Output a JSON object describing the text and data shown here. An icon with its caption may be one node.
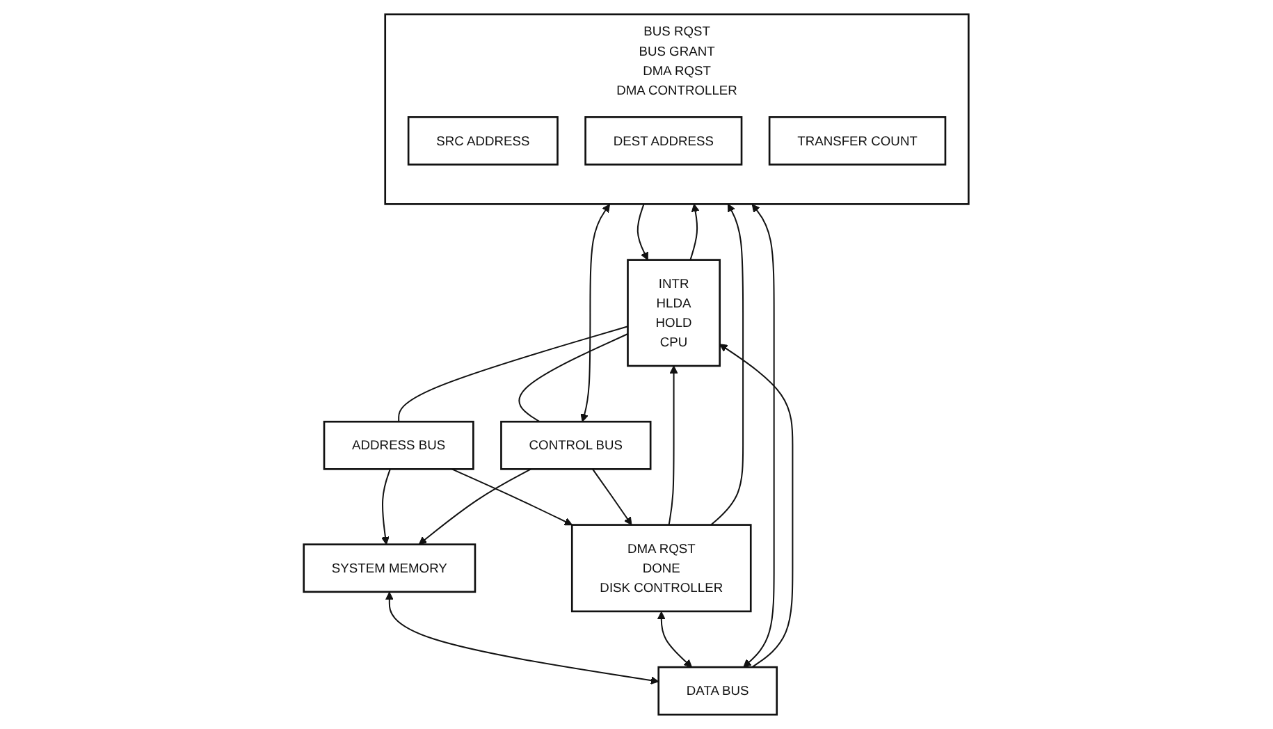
{
  "diagram": {
    "nodes": [
      {
        "text": [
          "INTR",
          "HLDA",
          "HOLD",
          "CPU"
        ]
      },
      {
        "text": [
          "SYSTEM MEMORY"
        ]
      },
      {
        "text": [
          "BUS RQST",
          "BUS GRANT",
          "DMA RQST",
          "DMA CONTROLLER"
        ]
      },
      {
        "text": [
          "SRC ADDRESS"
        ],
        "in": 2
      },
      {
        "text": [
          "DEST ADDRESS"
        ],
        "in": 2
      },
      {
        "text": [
          "TRANSFER COUNT"
        ],
        "in": 2
      },
      {
        "text": [
          "DMA RQST",
          "DONE",
          "DISK CONTROLLER"
        ]
      },
      {
        "text": [
          "ADDRESS BUS"
        ]
      },
      {
        "text": [
          "DATA BUS"
        ]
      },
      {
        "text": [
          "CONTROL BUS"
        ]
      }
    ],
    "edges": [
      {
        "from": 6,
        "to": 0,
        "arrow": "to"
      },
      {
        "from": 0,
        "to": 2,
        "arrow": "to"
      },
      {
        "from": 2,
        "to": 0,
        "arrow": "to"
      },
      {
        "from": 6,
        "to": 2,
        "arrow": "to"
      },
      {
        "from": 0,
        "to": 7,
        "arrow": "none"
      },
      {
        "from": 7,
        "to": 1,
        "arrow": "to"
      },
      {
        "from": 1,
        "to": 8,
        "arrow": "both"
      },
      {
        "from": 9,
        "to": 1,
        "arrow": "to"
      },
      {
        "from": 2,
        "to": 8,
        "arrow": "both"
      },
      {
        "from": 2,
        "to": 9,
        "arrow": "both"
      },
      {
        "from": 7,
        "to": 6,
        "arrow": "to"
      },
      {
        "from": 6,
        "to": 8,
        "arrow": "both"
      },
      {
        "from": 9,
        "to": 6,
        "arrow": "to"
      },
      {
        "from": 8,
        "to": 0,
        "arrow": "to"
      },
      {
        "from": 0,
        "to": 9,
        "arrow": "none"
      }
    ]
  }
}
